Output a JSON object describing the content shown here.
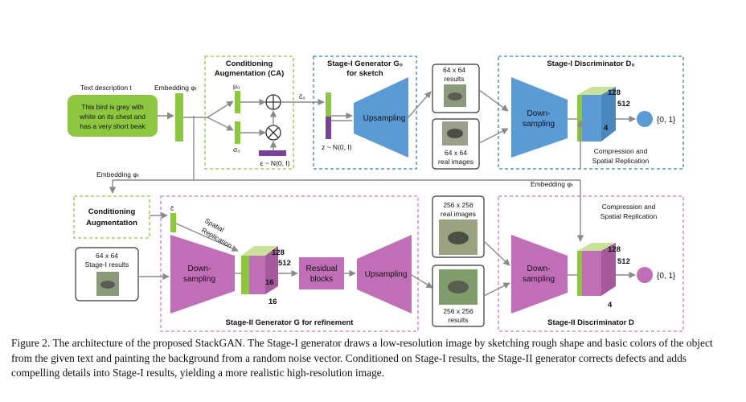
{
  "text_box": {
    "heading": "Text description t",
    "line1": "This bird is grey with",
    "line2": "white on its chest and",
    "line3": "has a very short beak"
  },
  "labels": {
    "embedding_phi_t": "Embedding φₜ",
    "ca_title_line1": "Conditioning",
    "ca_title_line2": "Augmentation (CA)",
    "mu0": "μ₀",
    "sigma0": "σ₀",
    "epsilon": "ε ~ N(0, I)",
    "c0": "ĉ₀",
    "z": "z ~ N(0, I)",
    "stage1_gen_line1": "Stage-I Generator G₀",
    "stage1_gen_line2": "for sketch",
    "upsampling": "Upsampling",
    "res64_top_line1": "64 x 64",
    "res64_top_line2": "results",
    "real64_line1": "64 x 64",
    "real64_line2": "real images",
    "stage1_disc_title": "Stage-I Discriminator D₀",
    "downsampling_line1": "Down-",
    "downsampling_line2": "sampling",
    "dim128": "128",
    "dim512": "512",
    "dim4": "4",
    "output01": "{0, 1}",
    "compression_line1": "Compression and",
    "compression_line2": "Spatial Replication",
    "embedding_phi_t_left": "Embedding φₜ",
    "embedding_phi_t_right": "Embedding φₜ",
    "ca2_line1": "Conditioning",
    "ca2_line2": "Augmentation",
    "c_hat": "ĉ",
    "spatial_line1": "Spatial",
    "spatial_line2": "Replication",
    "stage1_results_line1": "64 x 64",
    "stage1_results_line2": "Stage-I results",
    "dim16a": "16",
    "dim16b": "16",
    "residual_line1": "Residual",
    "residual_line2": "blocks",
    "real256_line1": "256 x 256",
    "real256_line2": "real images",
    "res256_line1": "256 x 256",
    "res256_line2": "results",
    "stage2_gen_title": "Stage-II Generator G for refinement",
    "stage2_disc_title": "Stage-II Discriminator D"
  },
  "caption": "Figure 2. The architecture of the proposed StackGAN. The Stage-I generator draws a low-resolution image by sketching rough shape and basic colors of the object from the given text and painting the background from a random noise vector. Conditioned on Stage-I results, the Stage-II generator corrects defects and adds compelling details into Stage-I results, yielding a more realistic high-resolution image.",
  "colors": {
    "green": "#8dc63f",
    "purple": "#7b3f9e",
    "blue": "#5b9bd5",
    "pink": "#c06fb6",
    "dash_green": "#8dc63f",
    "dash_blue": "#2e86c1",
    "dash_pink": "#c879c8"
  }
}
